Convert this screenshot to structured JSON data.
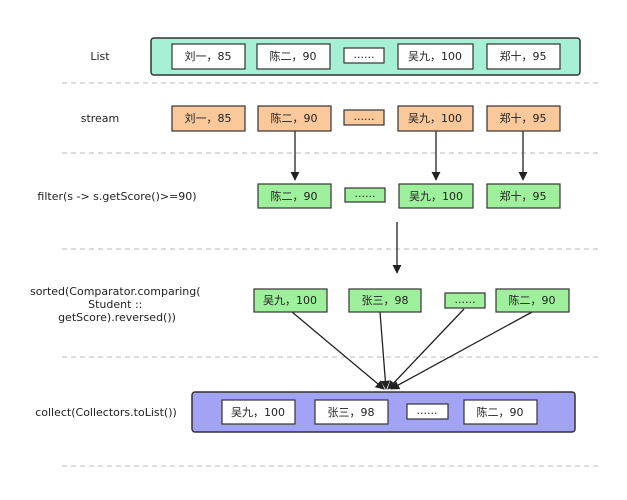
{
  "colors": {
    "list_container": "#a6f0d6",
    "list_item": "#ffffff",
    "stream_item": "#f9c89b",
    "filter_item": "#9ef09c",
    "sorted_item": "#9ef09c",
    "collect_container": "#a3a3f5",
    "collect_item": "#ffffff"
  },
  "stages": [
    {
      "id": "list",
      "label_lines": [
        "List"
      ],
      "items": [
        "刘一，85",
        "陈二，90",
        "......",
        "吴九，100",
        "郑十，95"
      ]
    },
    {
      "id": "stream",
      "label_lines": [
        "stream"
      ],
      "items": [
        "刘一，85",
        "陈二，90",
        "......",
        "吴九，100",
        "郑十，95"
      ]
    },
    {
      "id": "filter",
      "label_lines": [
        "filter(s -> s.getScore()>=90)"
      ],
      "items": [
        "陈二，90",
        "......",
        "吴九，100",
        "郑十，95"
      ]
    },
    {
      "id": "sorted",
      "label_lines": [
        "sorted(Comparator.comparing(",
        "Student ::",
        "getScore).reversed())"
      ],
      "items": [
        "吴九，100",
        "张三，98",
        "......",
        "陈二，90"
      ]
    },
    {
      "id": "collect",
      "label_lines": [
        "collect(Collectors.toList())"
      ],
      "items": [
        "吴九，100",
        "张三，98",
        "......",
        "陈二，90"
      ]
    }
  ]
}
